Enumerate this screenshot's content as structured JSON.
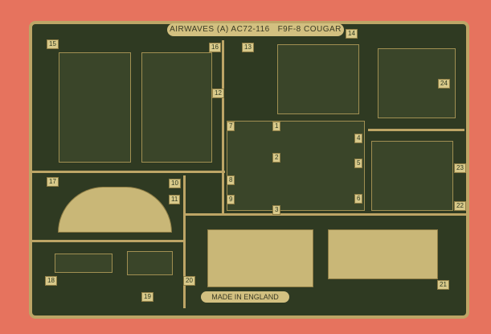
{
  "title_band": {
    "brand": "AIRWAVES",
    "logo": "A",
    "code": "AC72-116",
    "model": "F9F-8 COUGAR"
  },
  "footer": "MADE IN ENGLAND",
  "part_numbers": [
    "15",
    "13",
    "16",
    "14",
    "12",
    "24",
    "7",
    "1",
    "4",
    "2",
    "8",
    "5",
    "9",
    "3",
    "6",
    "10",
    "17",
    "11",
    "23",
    "22",
    "18",
    "20",
    "19",
    "21"
  ],
  "colors": {
    "background": "#e6735e",
    "fret": "#2f3a22",
    "brass": "#bda566"
  }
}
